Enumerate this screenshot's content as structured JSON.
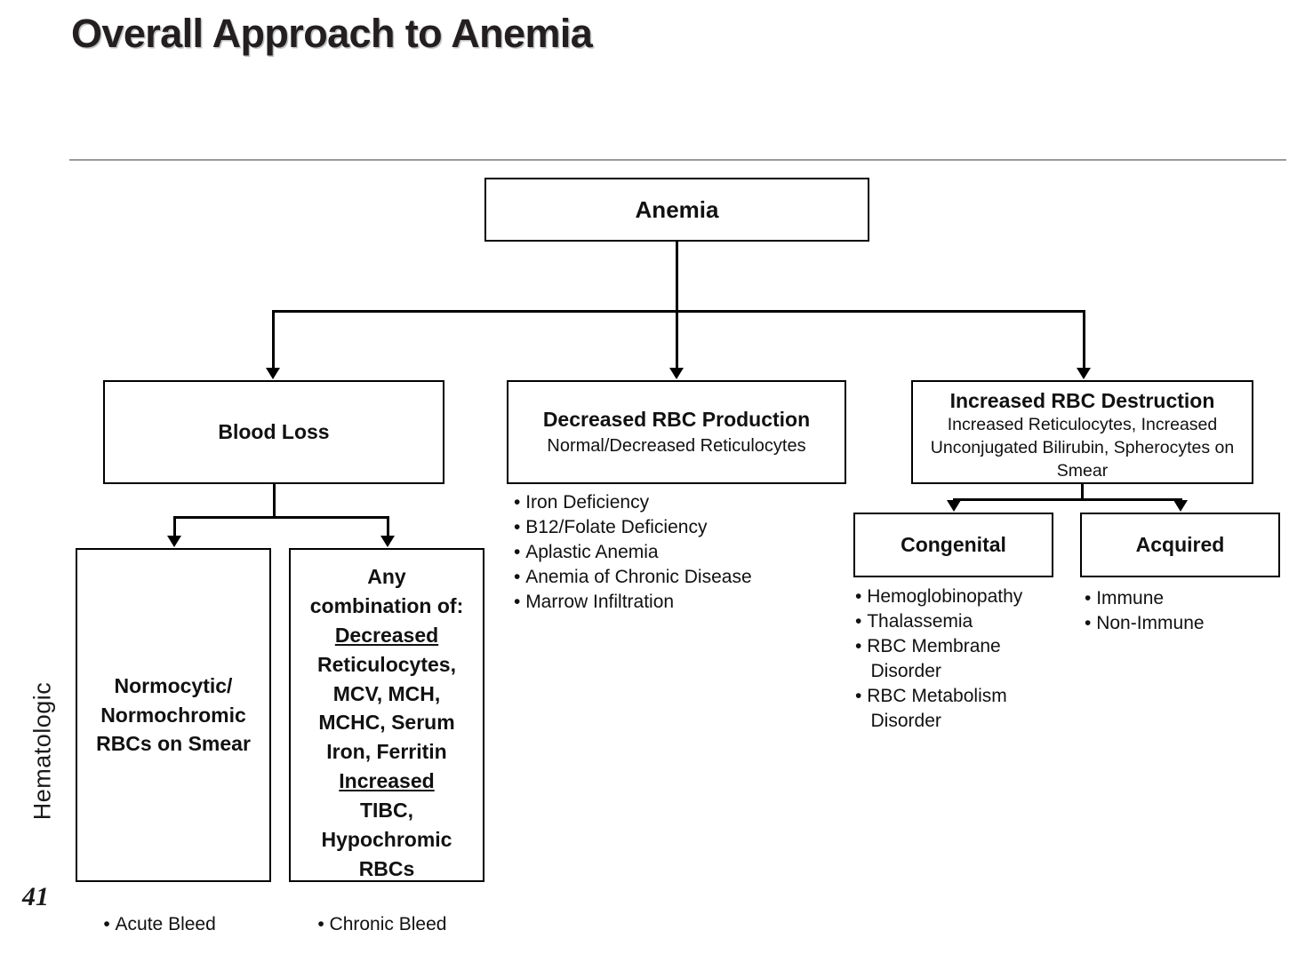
{
  "slide": {
    "title": "Overall Approach to Anemia",
    "side_label": "Hematologic",
    "page_number": "41"
  },
  "colors": {
    "text": "#111111",
    "box_border": "#000000",
    "divider": "#9a9a9a",
    "background": "#ffffff"
  },
  "chart_data": {
    "type": "diagram",
    "title": "Overall Approach to Anemia",
    "root": "Anemia",
    "nodes": [
      {
        "id": "anemia",
        "label": "Anemia",
        "level": 0
      },
      {
        "id": "blood-loss",
        "label": "Blood Loss",
        "level": 1
      },
      {
        "id": "decreased-rbc-production",
        "label": "Decreased RBC Production",
        "sublabel": "Normal/Decreased Reticulocytes",
        "level": 1
      },
      {
        "id": "increased-rbc-destruction",
        "label": "Increased RBC Destruction",
        "sublabel": "Increased Reticulocytes, Increased Unconjugated Bilirubin, Spherocytes on Smear",
        "level": 1
      },
      {
        "id": "normocytic",
        "label": "Normocytic/ Normochromic RBCs on Smear",
        "level": 2
      },
      {
        "id": "any-combination",
        "label": "Any combination of: Decreased Reticulocytes, MCV, MCH, MCHC, Serum Iron, Ferritin Increased TIBC, Hypochromic RBCs",
        "level": 2
      },
      {
        "id": "congenital",
        "label": "Congenital",
        "level": 2
      },
      {
        "id": "acquired",
        "label": "Acquired",
        "level": 2
      }
    ],
    "edges": [
      {
        "from": "anemia",
        "to": "blood-loss"
      },
      {
        "from": "anemia",
        "to": "decreased-rbc-production"
      },
      {
        "from": "anemia",
        "to": "increased-rbc-destruction"
      },
      {
        "from": "blood-loss",
        "to": "normocytic"
      },
      {
        "from": "blood-loss",
        "to": "any-combination"
      },
      {
        "from": "increased-rbc-destruction",
        "to": "congenital"
      },
      {
        "from": "increased-rbc-destruction",
        "to": "acquired"
      }
    ]
  },
  "nodes": {
    "anemia": {
      "title": "Anemia"
    },
    "blood_loss": {
      "title": "Blood Loss"
    },
    "decreased_rbc": {
      "title": "Decreased RBC Production",
      "subtitle": "Normal/Decreased Reticulocytes",
      "bullets": [
        "Iron Deficiency",
        "B12/Folate Deficiency",
        "Aplastic Anemia",
        "Anemia of Chronic Disease",
        "Marrow Infiltration"
      ]
    },
    "increased_rbc": {
      "title": "Increased RBC Destruction",
      "subtitle_line1": "Increased Reticulocytes, Increased",
      "subtitle_line2": "Unconjugated Bilirubin, Spherocytes on",
      "subtitle_line3": "Smear"
    },
    "congenital": {
      "title": "Congenital",
      "bullets": [
        "Hemoglobinopathy",
        "Thalassemia",
        "RBC Membrane\n   Disorder",
        "RBC Metabolism\n   Disorder"
      ]
    },
    "acquired": {
      "title": "Acquired",
      "bullets": [
        "Immune",
        "Non-Immune"
      ]
    },
    "normocytic": {
      "line1": "Normocytic/",
      "line2": "Normochromic",
      "line3": "RBCs on Smear",
      "bullet": "Acute Bleed"
    },
    "any_combination": {
      "lines": [
        {
          "text": "Any",
          "underline": false
        },
        {
          "text": "combination of:",
          "underline": false
        },
        {
          "text": "Decreased",
          "underline": true
        },
        {
          "text": "Reticulocytes,",
          "underline": false
        },
        {
          "text": "MCV, MCH,",
          "underline": false
        },
        {
          "text": "MCHC, Serum",
          "underline": false
        },
        {
          "text": "Iron, Ferritin",
          "underline": false
        },
        {
          "text": "Increased",
          "underline": true
        },
        {
          "text": "TIBC,",
          "underline": false
        },
        {
          "text": "Hypochromic",
          "underline": false
        },
        {
          "text": "RBCs",
          "underline": false
        }
      ],
      "bullet": "Chronic Bleed"
    }
  }
}
